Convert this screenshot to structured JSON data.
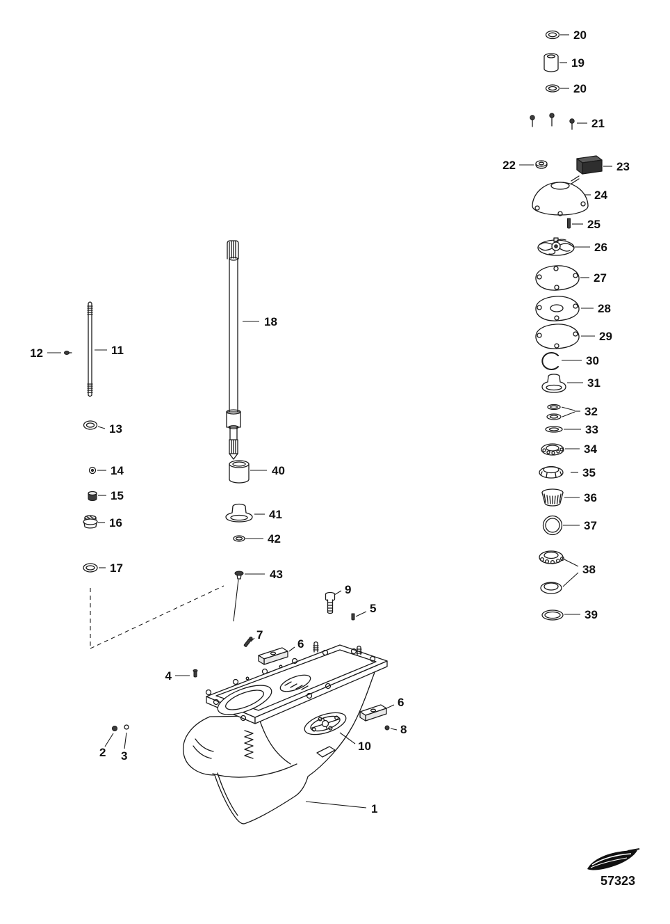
{
  "diagram": {
    "drawing_number": "57323",
    "callouts": {
      "c1": "1",
      "c2": "2",
      "c3": "3",
      "c4": "4",
      "c5": "5",
      "c6a": "6",
      "c6b": "6",
      "c7": "7",
      "c8": "8",
      "c9": "9",
      "c10": "10",
      "c11": "11",
      "c12": "12",
      "c13": "13",
      "c14": "14",
      "c15": "15",
      "c16": "16",
      "c17": "17",
      "c18": "18",
      "c19": "19",
      "c20a": "20",
      "c20b": "20",
      "c21": "21",
      "c22": "22",
      "c23": "23",
      "c24": "24",
      "c25": "25",
      "c26": "26",
      "c27": "27",
      "c28": "28",
      "c29": "29",
      "c30": "30",
      "c31": "31",
      "c32": "32",
      "c33": "33",
      "c34": "34",
      "c35": "35",
      "c36": "36",
      "c37": "37",
      "c38": "38",
      "c39": "39",
      "c40": "40",
      "c41": "41",
      "c42": "42",
      "c43": "43"
    }
  }
}
